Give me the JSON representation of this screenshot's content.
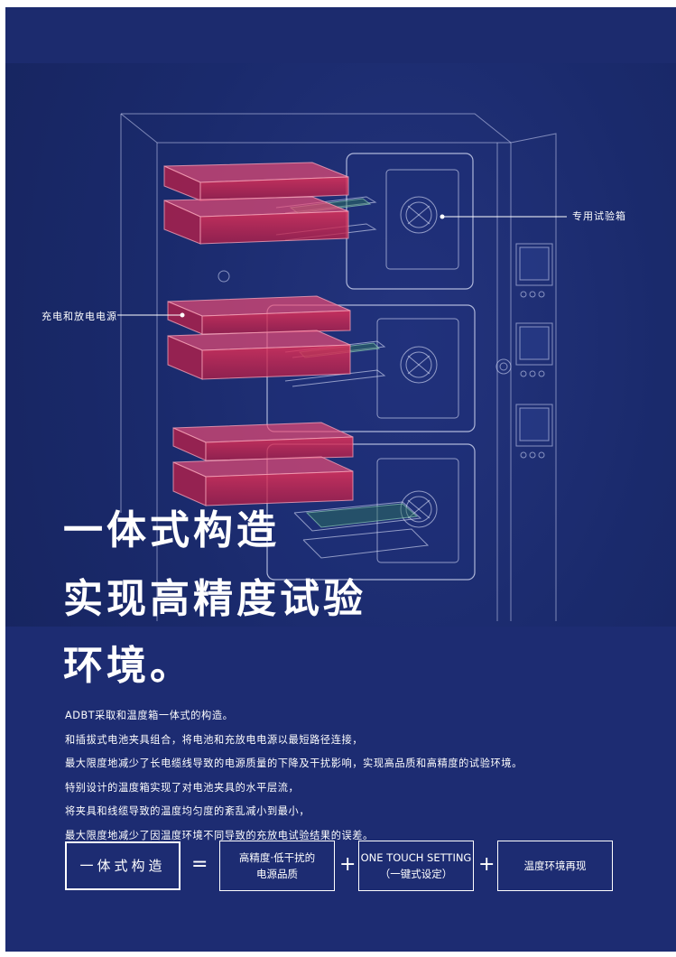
{
  "callouts": {
    "dedicated_chamber": "专用试验箱",
    "power_supply": "充电和放电电源"
  },
  "headline": {
    "line1": "一体式构造",
    "line2": "实现高精度试验",
    "line3": "环境。"
  },
  "body_lines": [
    "ADBT采取和温度箱一体式的构造。",
    "和插拔式电池夹具组合，将电池和充放电电源以最短路径连接，",
    "最大限度地减少了长电缆线导致的电源质量的下降及干扰影响，实现高品质和高精度的试验环境。",
    "特别设计的温度箱实现了对电池夹具的水平层流，",
    "将夹具和线缆导致的温度均匀度的紊乱减小到最小，",
    "最大限度地减少了因温度环境不同导致的充放电试验结果的误差。"
  ],
  "equation": {
    "main": "一体式构造",
    "equals": "=",
    "plus": "+",
    "item1": {
      "line1": "高精度·低干扰的",
      "line2": "电源品质"
    },
    "item2": {
      "line1": "ONE TOUCH SETTING",
      "line2": "（一键式设定）"
    },
    "item3": "温度环境再现"
  },
  "colors": {
    "background": "#1a2a6c",
    "accent_red": "#d6234a",
    "line": "#ffffff"
  }
}
